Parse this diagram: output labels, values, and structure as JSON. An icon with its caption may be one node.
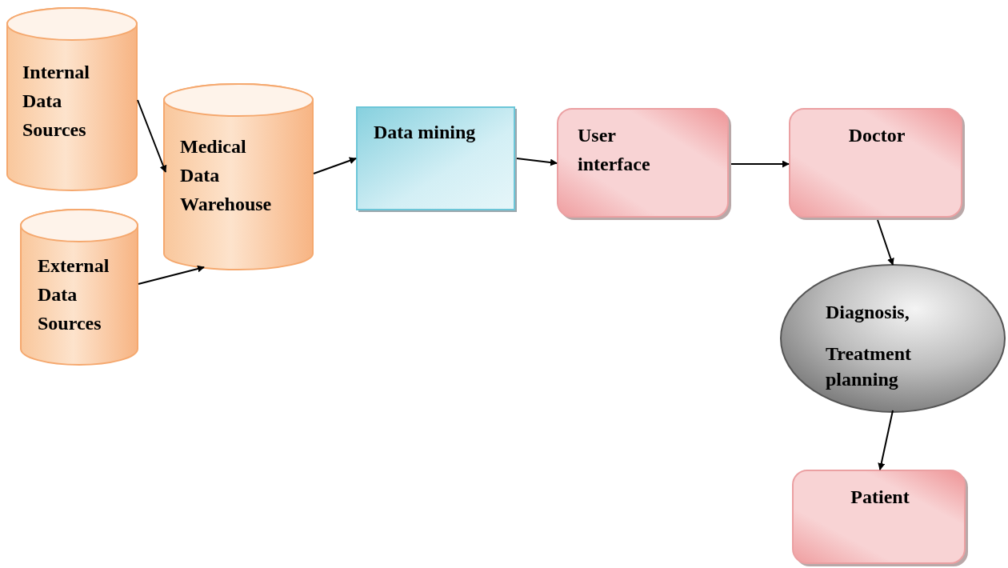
{
  "diagram": {
    "nodes": [
      {
        "text": [
          "Internal Data Sources"
        ]
      },
      {
        "text": [
          "External Data Sources"
        ]
      },
      {
        "text": [
          "Medical Data Warehouse"
        ]
      },
      {
        "text": [
          "Data mining"
        ]
      },
      {
        "text": [
          "User interface"
        ]
      },
      {
        "text": [
          "Doctor"
        ]
      },
      {
        "text": [
          "Diagnosis,",
          "Treatment planning"
        ]
      },
      {
        "text": [
          "Patient"
        ]
      }
    ],
    "edges": [
      {
        "from": 0,
        "to": 2,
        "arrow": "to"
      },
      {
        "from": 1,
        "to": 2,
        "arrow": "to"
      },
      {
        "from": 2,
        "to": 3,
        "arrow": "to"
      },
      {
        "from": 3,
        "to": 4,
        "arrow": "to"
      },
      {
        "from": 4,
        "to": 5,
        "arrow": "to"
      },
      {
        "from": 5,
        "to": 6,
        "arrow": "to"
      },
      {
        "from": 6,
        "to": 7,
        "arrow": "to"
      }
    ]
  }
}
